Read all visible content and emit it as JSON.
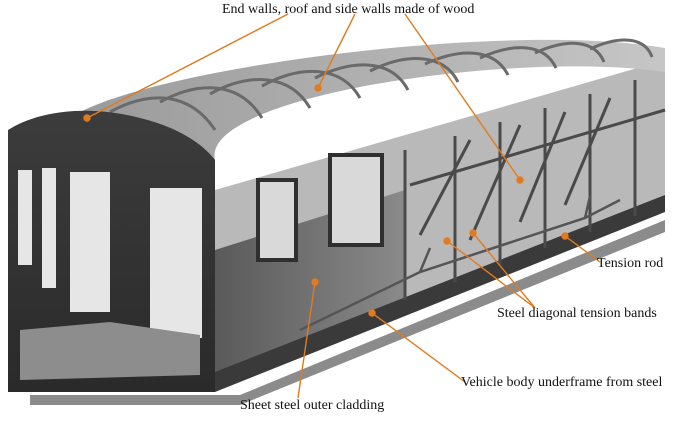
{
  "figure": {
    "subject": "railcar-body-skeleton",
    "leader_color": "#e07b20",
    "labels": {
      "walls": "End walls, roof and side walls made of wood",
      "tension_rod": "Tension rod",
      "tension_bands": "Steel diagonal tension bands",
      "underframe": "Vehicle body underframe from steel",
      "cladding": "Sheet steel outer cladding"
    }
  }
}
